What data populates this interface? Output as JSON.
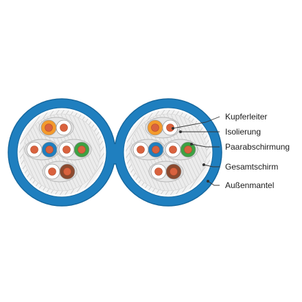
{
  "labels": {
    "copper": "Kupferleiter",
    "insulation": "Isolierung",
    "pair_shield": "Paarabschirmung",
    "overall_shield": "Gesamtschirm",
    "outer_jacket": "Außenmantel"
  },
  "colors": {
    "jacket": "#1f7fbf",
    "jacket_dark": "#15679e",
    "braid": "#cfcfcf",
    "pair_foil": "#e6e6e6",
    "copper": "#d9623e",
    "insulation_white": "#ffffff",
    "pair_orange": "#f39a2c",
    "pair_blue": "#1f7fbf",
    "pair_green": "#3da143",
    "pair_brown": "#8a4a2f"
  },
  "cables": [
    {
      "name": "left-cable",
      "pairs": [
        {
          "name": "pair-orange",
          "color": "orange"
        },
        {
          "name": "pair-blue",
          "color": "blue"
        },
        {
          "name": "pair-green",
          "color": "green"
        },
        {
          "name": "pair-brown",
          "color": "brown"
        }
      ]
    },
    {
      "name": "right-cable",
      "pairs": [
        {
          "name": "pair-orange",
          "color": "orange"
        },
        {
          "name": "pair-blue",
          "color": "blue"
        },
        {
          "name": "pair-green",
          "color": "green"
        },
        {
          "name": "pair-brown",
          "color": "brown"
        }
      ]
    }
  ]
}
